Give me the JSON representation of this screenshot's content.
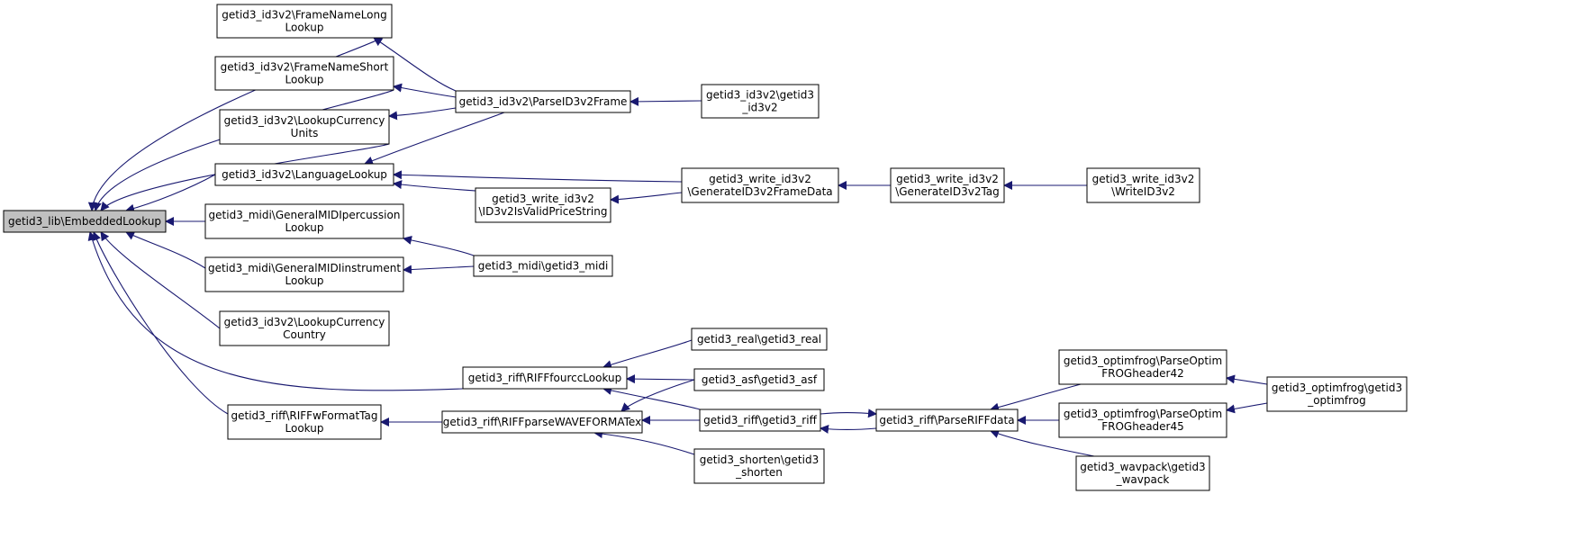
{
  "colors": {
    "edge": "#191970",
    "root_fill": "#c0c0c0",
    "node_fill": "#ffffff",
    "border": "#000000"
  },
  "nodes": [
    {
      "id": "n0",
      "lines": [
        "getid3_lib\\EmbeddedLookup"
      ]
    },
    {
      "id": "n1",
      "lines": [
        "getid3_id3v2\\FrameNameLong",
        "Lookup"
      ]
    },
    {
      "id": "n2",
      "lines": [
        "getid3_id3v2\\FrameNameShort",
        "Lookup"
      ]
    },
    {
      "id": "n3",
      "lines": [
        "getid3_id3v2\\LookupCurrency",
        "Units"
      ]
    },
    {
      "id": "n4",
      "lines": [
        "getid3_id3v2\\LanguageLookup"
      ]
    },
    {
      "id": "n5",
      "lines": [
        "getid3_midi\\GeneralMIDIpercussion",
        "Lookup"
      ]
    },
    {
      "id": "n6",
      "lines": [
        "getid3_midi\\GeneralMIDIinstrument",
        "Lookup"
      ]
    },
    {
      "id": "n7",
      "lines": [
        "getid3_id3v2\\LookupCurrency",
        "Country"
      ]
    },
    {
      "id": "n8",
      "lines": [
        "getid3_riff\\RIFFfourccLookup"
      ]
    },
    {
      "id": "n9",
      "lines": [
        "getid3_riff\\RIFFwFormatTag",
        "Lookup"
      ]
    },
    {
      "id": "n10",
      "lines": [
        "getid3_id3v2\\ParseID3v2Frame"
      ]
    },
    {
      "id": "n11",
      "lines": [
        "getid3_write_id3v2",
        "\\ID3v2IsValidPriceString"
      ]
    },
    {
      "id": "n12",
      "lines": [
        "getid3_midi\\getid3_midi"
      ]
    },
    {
      "id": "n13",
      "lines": [
        "getid3_riff\\RIFFparseWAVEFORMATex"
      ]
    },
    {
      "id": "n14",
      "lines": [
        "getid3_id3v2\\getid3",
        "_id3v2"
      ]
    },
    {
      "id": "n15",
      "lines": [
        "getid3_write_id3v2",
        "\\GenerateID3v2FrameData"
      ]
    },
    {
      "id": "n16",
      "lines": [
        "getid3_real\\getid3_real"
      ]
    },
    {
      "id": "n17",
      "lines": [
        "getid3_asf\\getid3_asf"
      ]
    },
    {
      "id": "n18",
      "lines": [
        "getid3_riff\\getid3_riff"
      ]
    },
    {
      "id": "n19",
      "lines": [
        "getid3_shorten\\getid3",
        "_shorten"
      ]
    },
    {
      "id": "n20",
      "lines": [
        "getid3_write_id3v2",
        "\\GenerateID3v2Tag"
      ]
    },
    {
      "id": "n21",
      "lines": [
        "getid3_riff\\ParseRIFFdata"
      ]
    },
    {
      "id": "n22",
      "lines": [
        "getid3_write_id3v2",
        "\\WriteID3v2"
      ]
    },
    {
      "id": "n23",
      "lines": [
        "getid3_optimfrog\\ParseOptim",
        "FROGheader42"
      ]
    },
    {
      "id": "n24",
      "lines": [
        "getid3_optimfrog\\ParseOptim",
        "FROGheader45"
      ]
    },
    {
      "id": "n25",
      "lines": [
        "getid3_wavpack\\getid3",
        "_wavpack"
      ]
    },
    {
      "id": "n26",
      "lines": [
        "getid3_optimfrog\\getid3",
        "_optimfrog"
      ]
    }
  ],
  "edges": [
    {
      "from": "n1",
      "to": "n0"
    },
    {
      "from": "n2",
      "to": "n0"
    },
    {
      "from": "n3",
      "to": "n0"
    },
    {
      "from": "n4",
      "to": "n0"
    },
    {
      "from": "n5",
      "to": "n0"
    },
    {
      "from": "n6",
      "to": "n0"
    },
    {
      "from": "n7",
      "to": "n0"
    },
    {
      "from": "n8",
      "to": "n0"
    },
    {
      "from": "n9",
      "to": "n0"
    },
    {
      "from": "n10",
      "to": "n1"
    },
    {
      "from": "n10",
      "to": "n2"
    },
    {
      "from": "n10",
      "to": "n3"
    },
    {
      "from": "n10",
      "to": "n4"
    },
    {
      "from": "n15",
      "to": "n4"
    },
    {
      "from": "n11",
      "to": "n4"
    },
    {
      "from": "n12",
      "to": "n5"
    },
    {
      "from": "n12",
      "to": "n6"
    },
    {
      "from": "n16",
      "to": "n8"
    },
    {
      "from": "n17",
      "to": "n8"
    },
    {
      "from": "n18",
      "to": "n8"
    },
    {
      "from": "n13",
      "to": "n9"
    },
    {
      "from": "n14",
      "to": "n10"
    },
    {
      "from": "n15",
      "to": "n11"
    },
    {
      "from": "n17",
      "to": "n13"
    },
    {
      "from": "n18",
      "to": "n13"
    },
    {
      "from": "n19",
      "to": "n13"
    },
    {
      "from": "n20",
      "to": "n15"
    },
    {
      "from": "n21",
      "to": "n18"
    },
    {
      "from": "n18",
      "to": "n21"
    },
    {
      "from": "n22",
      "to": "n20"
    },
    {
      "from": "n23",
      "to": "n21"
    },
    {
      "from": "n24",
      "to": "n21"
    },
    {
      "from": "n25",
      "to": "n21"
    },
    {
      "from": "n26",
      "to": "n23"
    },
    {
      "from": "n26",
      "to": "n24"
    }
  ]
}
